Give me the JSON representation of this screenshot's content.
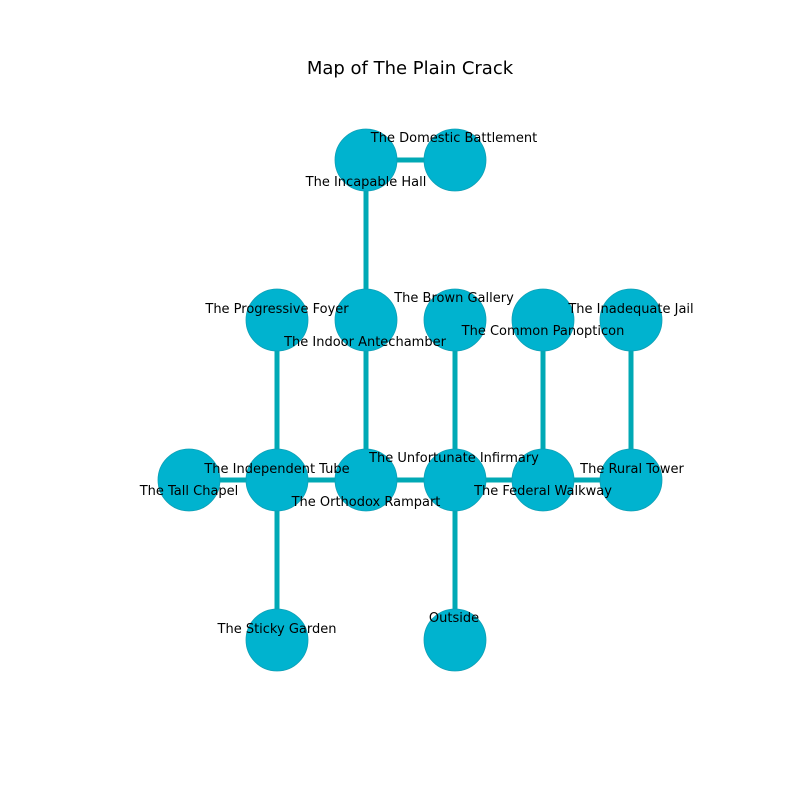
{
  "title": "Map of The Plain Crack",
  "colors": {
    "node_fill": "#00b3cf",
    "node_stroke": "#0d9fb5",
    "edge": "#00a9b5",
    "background": "#ffffff"
  },
  "rooms": [
    {
      "id": "incapable_hall",
      "name": "The Incapable Hall"
    },
    {
      "id": "domestic_battlement",
      "name": "The Domestic Battlement"
    },
    {
      "id": "progressive_foyer",
      "name": "The Progressive Foyer"
    },
    {
      "id": "indoor_antechamber",
      "name": "The Indoor Antechamber"
    },
    {
      "id": "brown_gallery",
      "name": "The Brown Gallery"
    },
    {
      "id": "common_panopticon",
      "name": "The Common Panopticon"
    },
    {
      "id": "inadequate_jail",
      "name": "The Inadequate Jail"
    },
    {
      "id": "tall_chapel",
      "name": "The Tall Chapel"
    },
    {
      "id": "independent_tube",
      "name": "The Independent Tube"
    },
    {
      "id": "orthodox_rampart",
      "name": "The Orthodox Rampart"
    },
    {
      "id": "unfortunate_infirmary",
      "name": "The Unfortunate Infirmary"
    },
    {
      "id": "federal_walkway",
      "name": "The Federal Walkway"
    },
    {
      "id": "rural_tower",
      "name": "The Rural Tower"
    },
    {
      "id": "sticky_garden",
      "name": "The Sticky Garden"
    },
    {
      "id": "outside",
      "name": "Outside"
    }
  ],
  "connections": [
    [
      "incapable_hall",
      "domestic_battlement"
    ],
    [
      "incapable_hall",
      "indoor_antechamber"
    ],
    [
      "indoor_antechamber",
      "orthodox_rampart"
    ],
    [
      "progressive_foyer",
      "independent_tube"
    ],
    [
      "brown_gallery",
      "unfortunate_infirmary"
    ],
    [
      "common_panopticon",
      "federal_walkway"
    ],
    [
      "inadequate_jail",
      "rural_tower"
    ],
    [
      "tall_chapel",
      "independent_tube"
    ],
    [
      "independent_tube",
      "orthodox_rampart"
    ],
    [
      "orthodox_rampart",
      "unfortunate_infirmary"
    ],
    [
      "unfortunate_infirmary",
      "federal_walkway"
    ],
    [
      "federal_walkway",
      "rural_tower"
    ],
    [
      "independent_tube",
      "sticky_garden"
    ],
    [
      "unfortunate_infirmary",
      "outside"
    ]
  ]
}
